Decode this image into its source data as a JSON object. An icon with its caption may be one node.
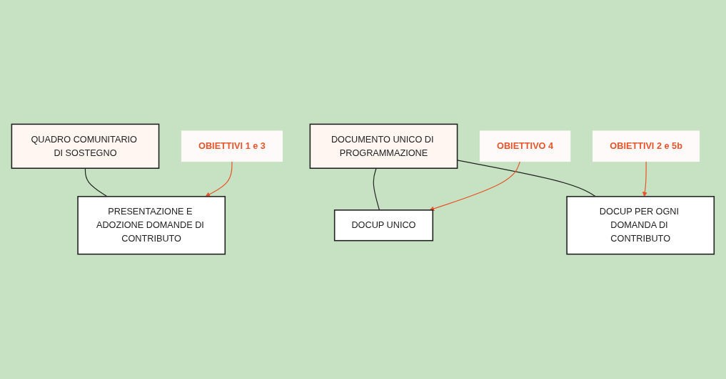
{
  "diagram": {
    "nodes": [
      {
        "text": [
          "QUADRO COMUNITARIO DI SOSTEGNO"
        ]
      },
      {
        "text": [
          "DOCUMENTO UNICO DI PROGRAMMAZIONE"
        ]
      },
      {
        "text": [
          "PRESENTAZIONE E ADOZIONE DOMANDE DI CONTRIBUTO"
        ]
      },
      {
        "text": [
          "DOCUP UNICO"
        ]
      },
      {
        "text": [
          "DOCUP PER OGNI DOMANDA DI CONTRIBUTO"
        ]
      },
      {
        "text": [
          "OBIETTIVI 1 e 3"
        ]
      },
      {
        "text": [
          "OBIETTIVO 4"
        ]
      },
      {
        "text": [
          "OBIETTIVI 2 e 5b"
        ]
      }
    ],
    "edges": [
      {
        "from": 0,
        "to": 2,
        "arrow": "none"
      },
      {
        "from": 1,
        "to": 3,
        "arrow": "none"
      },
      {
        "from": 1,
        "to": 4,
        "arrow": "none"
      },
      {
        "from": 5,
        "to": 2,
        "arrow": "to",
        "color": "#e8542a"
      },
      {
        "from": 6,
        "to": 3,
        "arrow": "to",
        "color": "#e8542a"
      },
      {
        "from": 7,
        "to": 4,
        "arrow": "to",
        "color": "#e8542a"
      }
    ]
  }
}
